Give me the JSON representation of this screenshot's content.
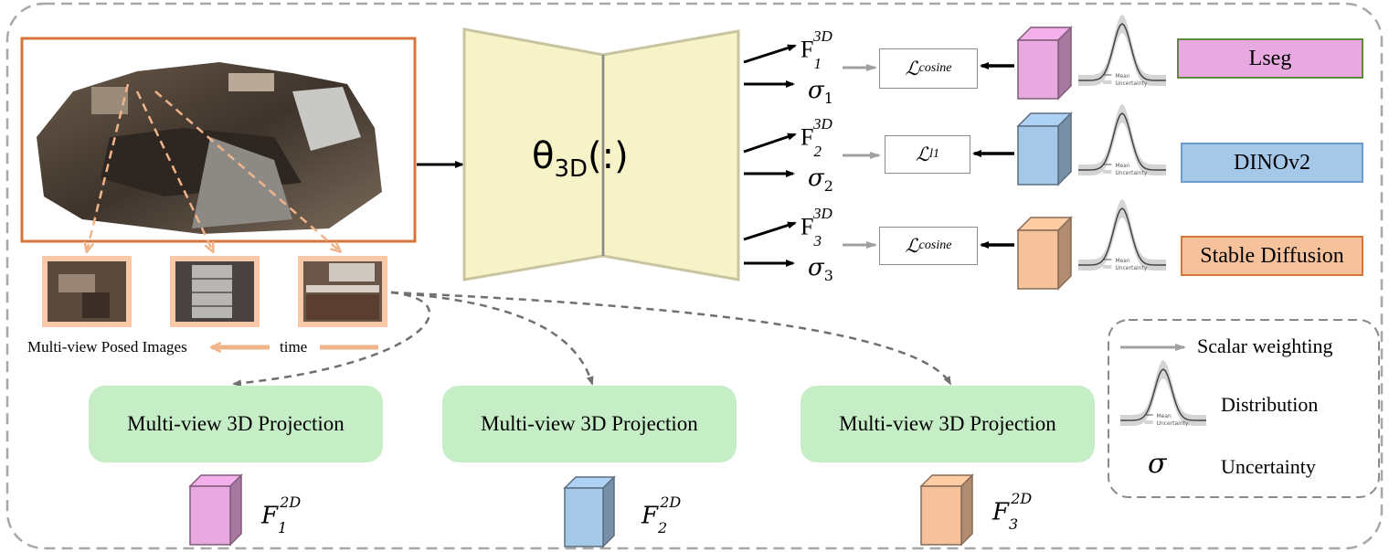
{
  "network": {
    "label": "θ",
    "sub": "3D",
    "suffix": "(:)"
  },
  "images": {
    "caption": "Multi-view Posed Images",
    "time_label": "time"
  },
  "heads": [
    {
      "feat": "F",
      "feat_sub": "1",
      "feat_sup": "3D",
      "sigma": "σ",
      "sigma_sub": "1",
      "loss": "ℒ",
      "loss_sub": "cosine",
      "model": "Lseg",
      "color": "#e8a8e0"
    },
    {
      "feat": "F",
      "feat_sub": "2",
      "feat_sup": "3D",
      "sigma": "σ",
      "sigma_sub": "2",
      "loss": "ℒ",
      "loss_sub": "l1",
      "model": "DINOv2",
      "color": "#a6c8e8"
    },
    {
      "feat": "F",
      "feat_sub": "3",
      "feat_sup": "3D",
      "sigma": "σ",
      "sigma_sub": "3",
      "loss": "ℒ",
      "loss_sub": "cosine",
      "model": "Stable Diffusion",
      "color": "#f6c29c"
    }
  ],
  "projection_label": "Multi-view 3D Projection",
  "features_2d": [
    {
      "f": "F",
      "sub": "1",
      "sup": "2D"
    },
    {
      "f": "F",
      "sub": "2",
      "sup": "2D"
    },
    {
      "f": "F",
      "sub": "3",
      "sup": "2D"
    }
  ],
  "distribution_legend": {
    "mean": "Mean",
    "uncertainty": "Uncertainty"
  },
  "legend": {
    "scalar_weighting": "Scalar weighting",
    "distribution": "Distribution",
    "sigma_symbol": "σ",
    "uncertainty": "Uncertainty"
  }
}
